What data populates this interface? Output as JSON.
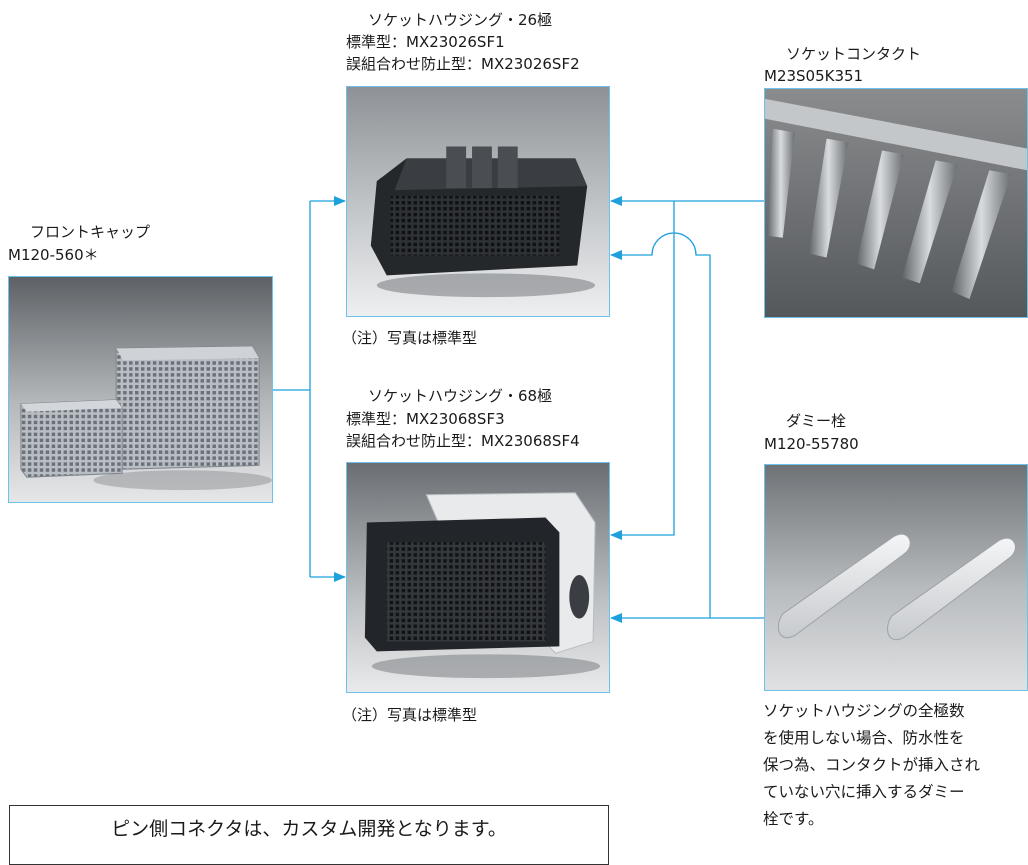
{
  "housing26": {
    "title": "ソケットハウジング・26極",
    "standard": "標準型：MX23026SF1",
    "mismate": "誤組合わせ防止型：MX23026SF2",
    "note": "（注）写真は標準型"
  },
  "housing68": {
    "title": "ソケットハウジング・68極",
    "standard": "標準型：MX23068SF3",
    "mismate": "誤組合わせ防止型：MX23068SF4",
    "note": "（注）写真は標準型"
  },
  "front_cap": {
    "title": "フロントキャップ",
    "part": "M120-560＊"
  },
  "contact": {
    "title": "ソケットコンタクト",
    "part": "M23S05K351"
  },
  "dummy_plug": {
    "title": "ダミー栓",
    "part": "M120-55780",
    "description": [
      "ソケットハウジングの全極数",
      "を使用しない場合、防水性を",
      "保つ為、コンタクトが挿入され",
      "ていない穴に挿入するダミー",
      "栓です。"
    ]
  },
  "bottom_note": "ピン側コネクタは、カスタム開発となります。",
  "colors": {
    "connector_line": "#1ea0dd",
    "photo_border": "#6cc2ea"
  }
}
